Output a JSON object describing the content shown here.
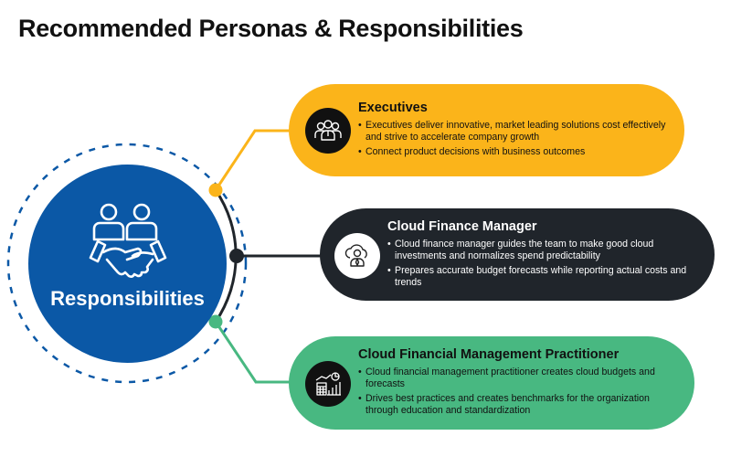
{
  "title": "Recommended Personas & Responsibilities",
  "hub": {
    "label": "Responsibilities",
    "icon": "handshake-people-icon",
    "color": "#0b58a6"
  },
  "personas": [
    {
      "name": "Executives",
      "icon": "executives-group-icon",
      "color": "#fbb41a",
      "bullets": [
        "Executives deliver innovative, market leading solutions cost effectively and strive to accelerate company growth",
        "Connect product decisions with business outcomes"
      ]
    },
    {
      "name": "Cloud Finance Manager",
      "icon": "cloud-manager-icon",
      "color": "#20252b",
      "bullets": [
        "Cloud finance manager guides the team to make good cloud investments and normalizes spend predictability",
        "Prepares accurate budget forecasts while reporting actual costs and trends"
      ]
    },
    {
      "name": "Cloud Financial Management Practitioner",
      "icon": "budget-chart-icon",
      "color": "#48b881",
      "bullets": [
        "Cloud financial management practitioner creates cloud budgets and forecasts",
        "Drives best practices and creates benchmarks for the organization through education and standardization"
      ]
    }
  ]
}
